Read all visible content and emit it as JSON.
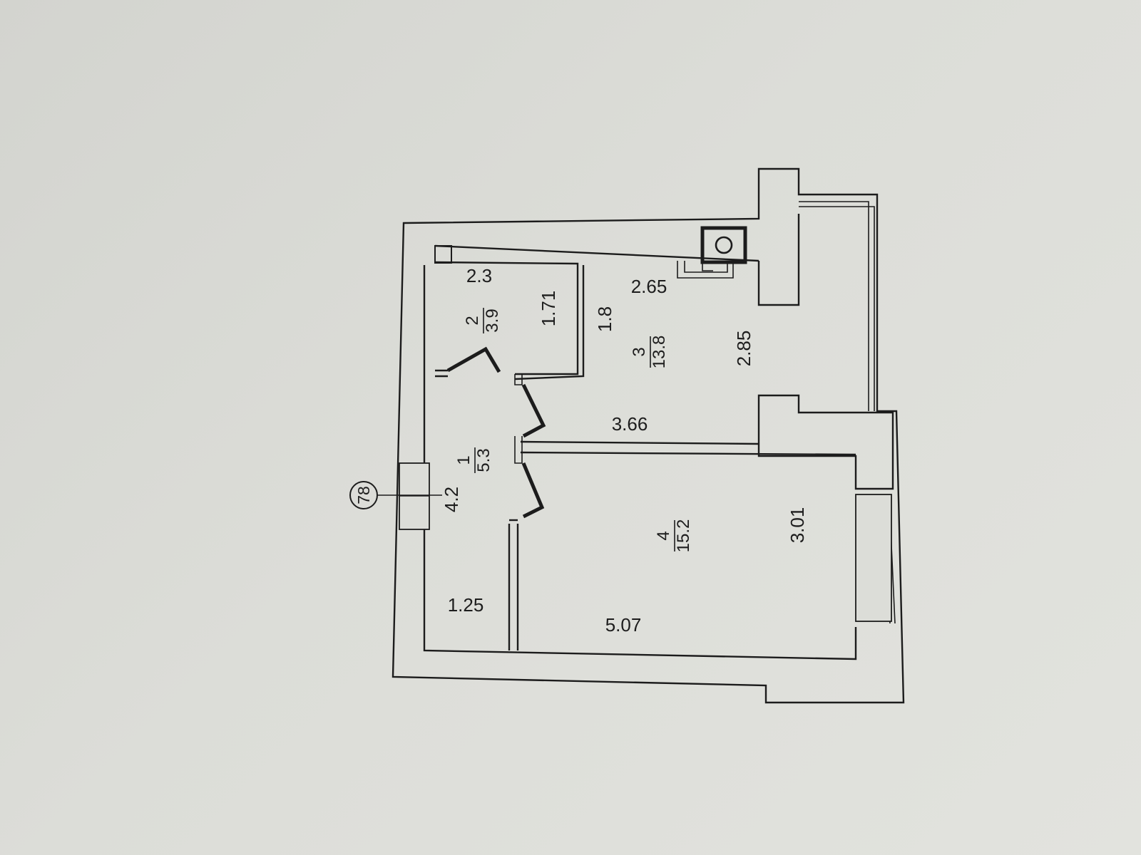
{
  "plan": {
    "axis_mark": "78",
    "rooms": [
      {
        "number": "1",
        "area": "5.3"
      },
      {
        "number": "2",
        "area": "3.9"
      },
      {
        "number": "3",
        "area": "13.8"
      },
      {
        "number": "4",
        "area": "15.2"
      }
    ],
    "dimensions": {
      "bath_width": "2.3",
      "bath_length": "1.71",
      "kitchen_top": "2.65",
      "kitchen_side": "1.8",
      "kitchen_width": "2.85",
      "kitchen_length": "3.66",
      "hall_length": "4.2",
      "hall_width": "1.25",
      "living_length": "5.07",
      "living_width": "3.01"
    }
  }
}
